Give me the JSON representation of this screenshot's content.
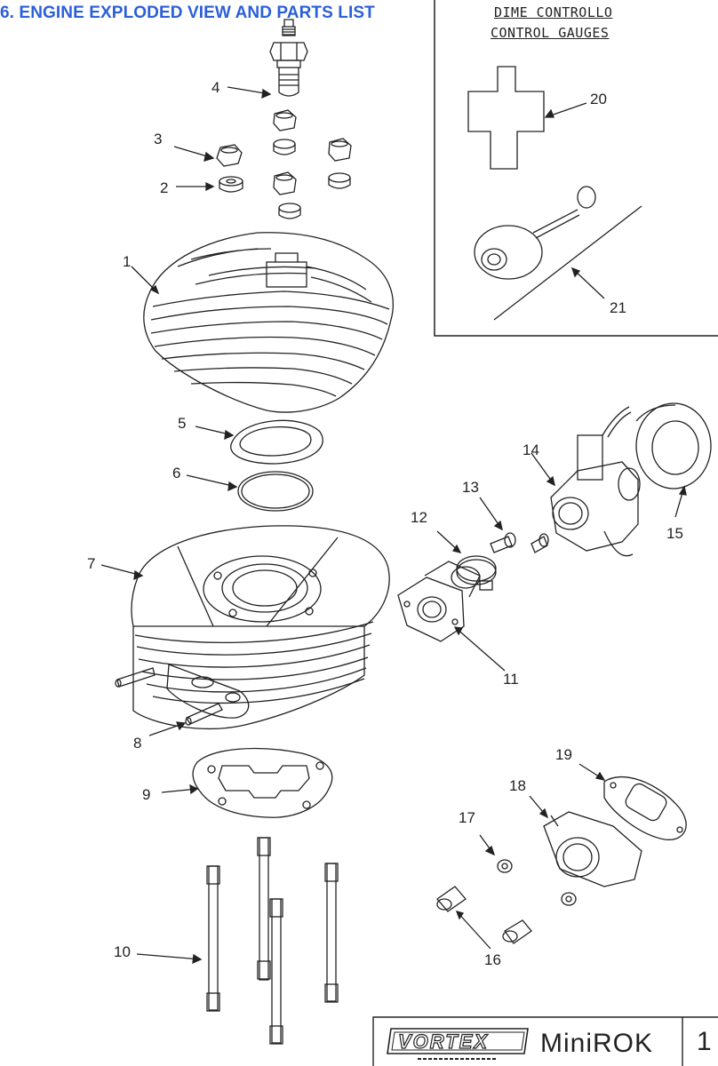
{
  "page_title": "6. ENGINE EXPLODED VIEW AND PARTS LIST",
  "gauges_box": {
    "heading_italian": "DIME CONTROLLO",
    "heading_english": "CONTROL GAUGES"
  },
  "part_numbers": [
    "1",
    "2",
    "3",
    "4",
    "5",
    "6",
    "7",
    "8",
    "9",
    "10",
    "11",
    "12",
    "13",
    "14",
    "15",
    "16",
    "17",
    "18",
    "19",
    "20",
    "21"
  ],
  "title_block": {
    "logo_text": "VORTEX",
    "model": "MiniROK",
    "page": "1"
  },
  "colors": {
    "title": "#2b5fd9",
    "line": "#222222"
  }
}
